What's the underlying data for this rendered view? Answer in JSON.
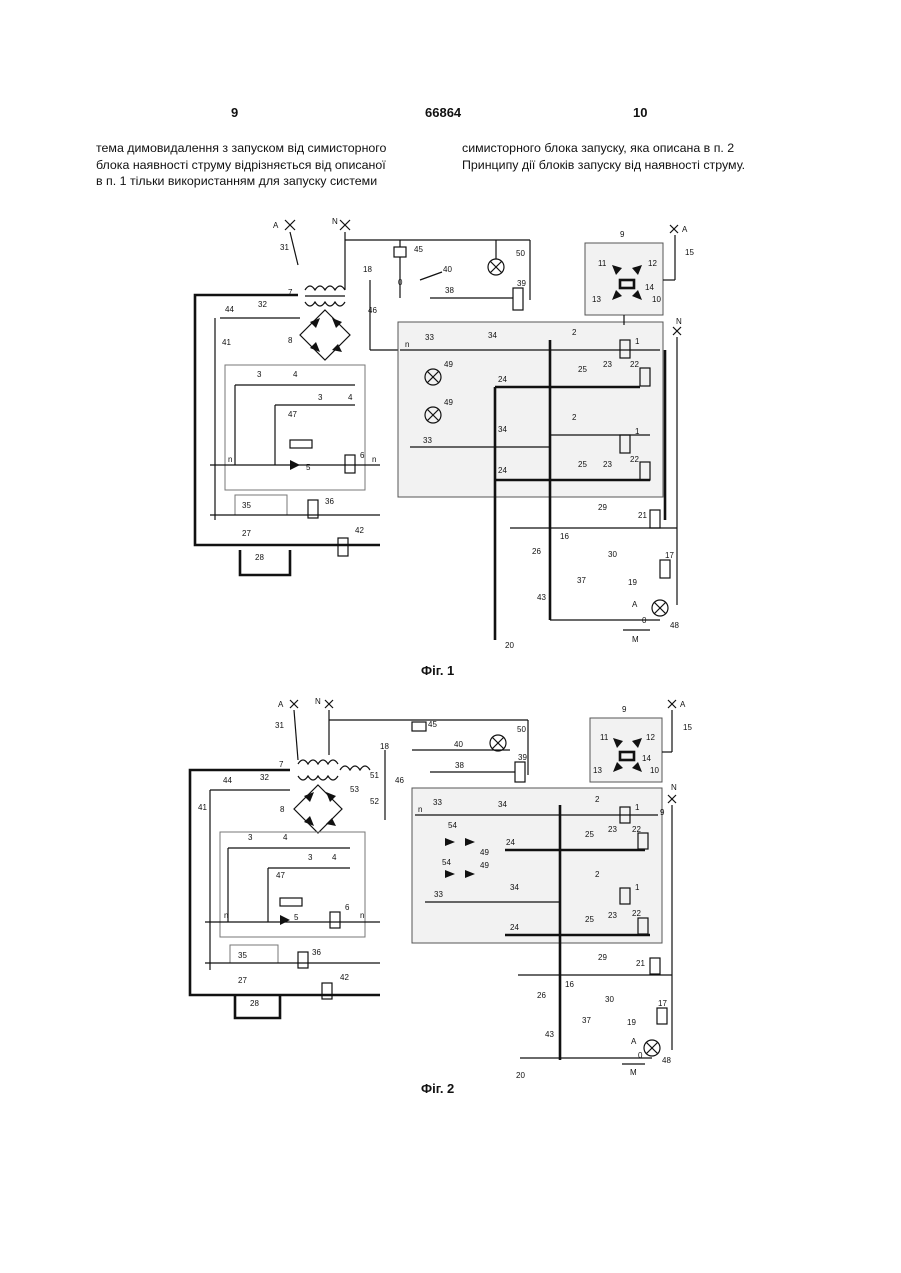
{
  "header": {
    "page_left": "9",
    "patent_number": "66864",
    "page_right": "10"
  },
  "text": {
    "left_column": [
      "тема димовидалення з запуском від симисторного",
      "блока наявності струму відрізняється від описаної",
      "в п. 1 тільки використанням для запуску системи"
    ],
    "right_column": [
      "симисторного блока запуску, яка описана в п. 2",
      "Принципу дії блоків запуску від наявності струму."
    ]
  },
  "figures": [
    {
      "caption": "Фіг. 1",
      "labels": {
        "A": "A",
        "N": "N",
        "M": "M",
        "zero": "0",
        "n": "n",
        "n1": "1",
        "n2": "2",
        "n3": "3",
        "n4": "4",
        "n5": "5",
        "n6": "6",
        "n7": "7",
        "n8": "8",
        "n9": "9",
        "n11": "11",
        "n12": "12",
        "n13": "13",
        "n14": "14",
        "n10": "10",
        "n15": "15",
        "n16": "16",
        "n17": "17",
        "n18": "18",
        "n19": "19",
        "n20": "20",
        "n21": "21",
        "n22": "22",
        "n23": "23",
        "n24": "24",
        "n25": "25",
        "n26": "26",
        "n27": "27",
        "n28": "28",
        "n29": "29",
        "n30": "30",
        "n31": "31",
        "n32": "32",
        "n33": "33",
        "n34": "34",
        "n35": "35",
        "n36": "36",
        "n37": "37",
        "n38": "38",
        "n39": "39",
        "n40": "40",
        "n41": "41",
        "n42": "42",
        "n43": "43",
        "n44": "44",
        "n45": "45",
        "n46": "46",
        "n47": "47",
        "n48": "48",
        "n49": "49",
        "n50": "50"
      }
    },
    {
      "caption": "Фіг. 2",
      "labels": {
        "A": "A",
        "N": "N",
        "M": "M",
        "zero": "0",
        "n": "n",
        "n1": "1",
        "n2": "2",
        "n3": "3",
        "n4": "4",
        "n5": "5",
        "n6": "6",
        "n7": "7",
        "n8": "8",
        "n9": "9",
        "n11": "11",
        "n12": "12",
        "n13": "13",
        "n14": "14",
        "n10": "10",
        "n15": "15",
        "n16": "16",
        "n17": "17",
        "n18": "18",
        "n19": "19",
        "n20": "20",
        "n21": "21",
        "n22": "22",
        "n23": "23",
        "n24": "24",
        "n25": "25",
        "n26": "26",
        "n27": "27",
        "n28": "28",
        "n29": "29",
        "n30": "30",
        "n31": "31",
        "n32": "32",
        "n33": "33",
        "n34": "34",
        "n35": "35",
        "n36": "36",
        "n37": "37",
        "n38": "38",
        "n39": "39",
        "n40": "40",
        "n41": "41",
        "n42": "42",
        "n43": "43",
        "n44": "44",
        "n45": "45",
        "n46": "46",
        "n47": "47",
        "n48": "48",
        "n49": "49",
        "n50": "50",
        "n51": "51",
        "n52": "52",
        "n53": "53",
        "n54": "54"
      }
    }
  ]
}
